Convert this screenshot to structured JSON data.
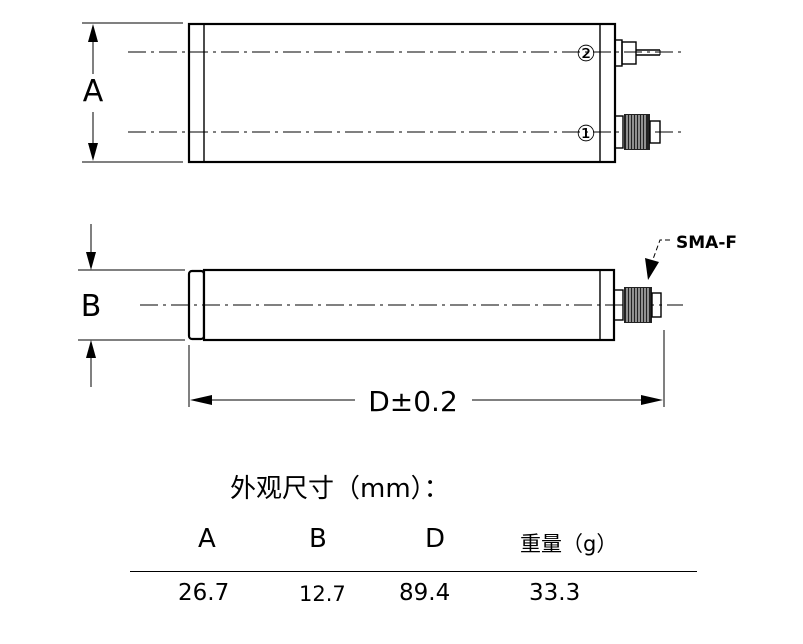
{
  "drawing": {
    "label_a": "A",
    "label_b": "B",
    "label_d": "D±0.2",
    "port_2": "②",
    "port_1": "①",
    "connector_label": "SMA-F"
  },
  "dimensions_table": {
    "title": "外观尺寸（mm）：",
    "headers": [
      "A",
      "B",
      "D",
      "重量（g）"
    ],
    "values": [
      "26.7",
      "12.7",
      "89.4",
      "33.3"
    ]
  }
}
